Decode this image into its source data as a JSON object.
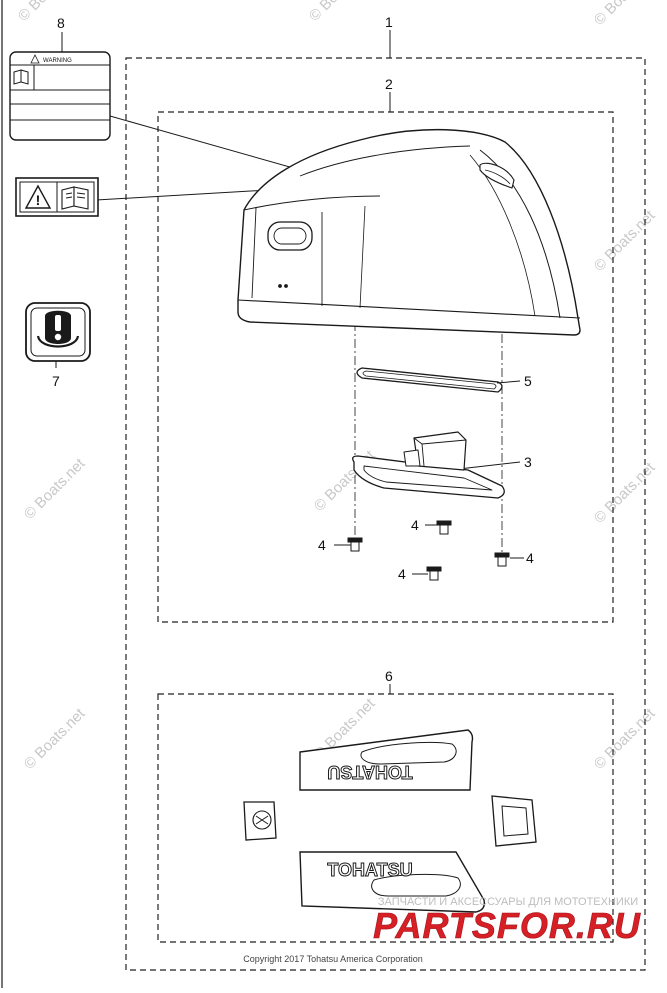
{
  "diagram": {
    "callouts": {
      "c1": "1",
      "c2": "2",
      "c3": "3",
      "c4a": "4",
      "c4b": "4",
      "c4c": "4",
      "c4d": "4",
      "c5": "5",
      "c6": "6",
      "c7": "7",
      "c8": "8"
    },
    "labels": {
      "warning_label_title": "WARNING",
      "decal_top_text": "TOHATSU",
      "decal_bottom_text": "TOHATSU"
    },
    "watermark": "© Boats.net",
    "copyright": "Copyright 2017 Tohatsu America Corporation",
    "brand": {
      "tagline": "ЗАПЧАСТИ И АКСЕССУАРЫ ДЛЯ МОТОТЕХНИКИ",
      "name": "PARTSFOR.RU"
    },
    "colors": {
      "line": "#1a1a1a",
      "watermark": "#c8c8c8",
      "brand_red": "#d71f26"
    }
  }
}
